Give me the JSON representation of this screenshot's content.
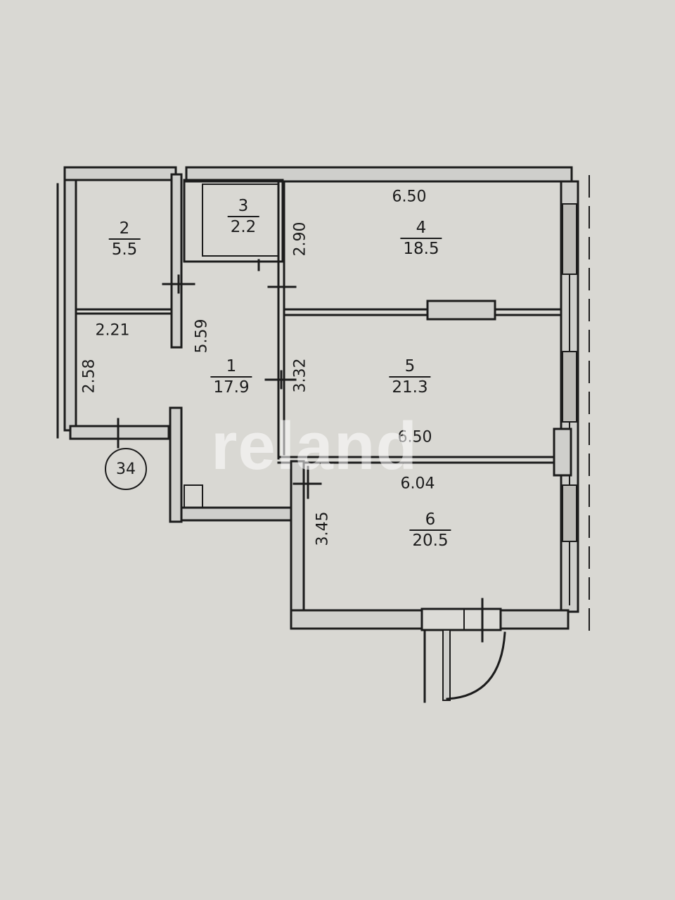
{
  "rooms": [
    {
      "id": "room-1",
      "number": "1",
      "area": "17.9"
    },
    {
      "id": "room-2",
      "number": "2",
      "area": "5.5"
    },
    {
      "id": "room-3",
      "number": "3",
      "area": "2.2"
    },
    {
      "id": "room-4",
      "number": "4",
      "area": "18.5"
    },
    {
      "id": "room-5",
      "number": "5",
      "area": "21.3"
    },
    {
      "id": "room-6",
      "number": "6",
      "area": "20.5"
    }
  ],
  "dimensions": {
    "room4_width": "6.50",
    "room3_height": "2.90",
    "room2_width": "2.21",
    "hall_height": "5.59",
    "hall_left_height": "2.58",
    "room5_height": "3.32",
    "room5_width": "6.50",
    "room6_width": "6.04",
    "room6_height": "3.45"
  },
  "apartment_number": "34",
  "watermark": "reland",
  "colors": {
    "paper": "#d9d8d3",
    "ink": "#1c1c1c"
  }
}
